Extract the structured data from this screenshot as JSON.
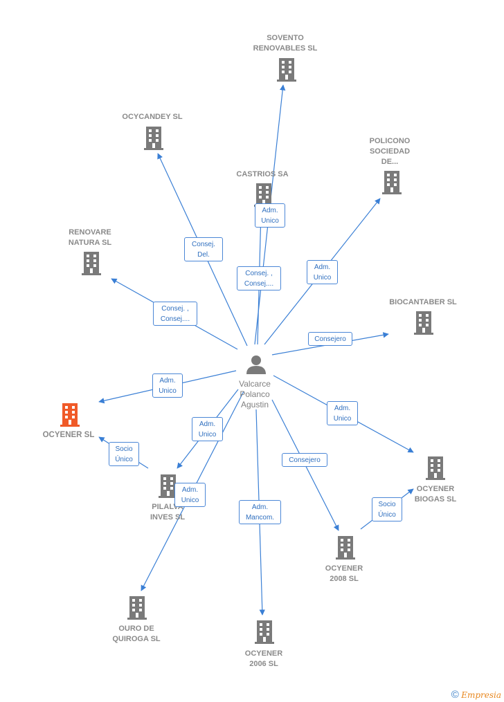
{
  "colors": {
    "edge": "#3a7fd5",
    "building": "#7a7a7a",
    "highlight": "#f05a28"
  },
  "center": {
    "name": "Valcarce\nPolanco\nAgustin",
    "icon": "person-icon"
  },
  "nodes": [
    {
      "id": "sovento",
      "label": "SOVENTO\nRENOVABLES SL"
    },
    {
      "id": "ocycandey",
      "label": "OCYCANDEY SL"
    },
    {
      "id": "policono",
      "label": "POLICONO\nSOCIEDAD\nDE..."
    },
    {
      "id": "castrios",
      "label": "CASTRIOS SA"
    },
    {
      "id": "renovare",
      "label": "RENOVARE\nNATURA SL"
    },
    {
      "id": "biocantaber",
      "label": "BIOCANTABER SL"
    },
    {
      "id": "ocyener",
      "label": "OCYENER  SL",
      "highlight": true
    },
    {
      "id": "pilalva",
      "label": "PILALVA\nINVES  SL"
    },
    {
      "id": "ocyener_biogas",
      "label": "OCYENER\nBIOGAS SL"
    },
    {
      "id": "ocyener2008",
      "label": "OCYENER\n2008 SL"
    },
    {
      "id": "ouro",
      "label": "OURO DE\nQUIROGA  SL"
    },
    {
      "id": "ocyener2006",
      "label": "OCYENER\n2006  SL"
    }
  ],
  "edges": [
    {
      "label": "Consej.\nDel."
    },
    {
      "label": "Adm.\nUnico"
    },
    {
      "label": "Consej. ,\nConsej...."
    },
    {
      "label": "Adm.\nUnico"
    },
    {
      "label": "Consej. ,\nConsej...."
    },
    {
      "label": "Consejero"
    },
    {
      "label": "Adm.\nUnico"
    },
    {
      "label": "Adm.\nUnico"
    },
    {
      "label": "Socio\nÚnico"
    },
    {
      "label": "Adm.\nUnico"
    },
    {
      "label": "Adm.\nUnico"
    },
    {
      "label": "Consejero"
    },
    {
      "label": "Adm.\nMancom."
    },
    {
      "label": "Socio\nÚnico"
    }
  ],
  "footer": {
    "copyright": "©",
    "brand": "Empresia"
  }
}
